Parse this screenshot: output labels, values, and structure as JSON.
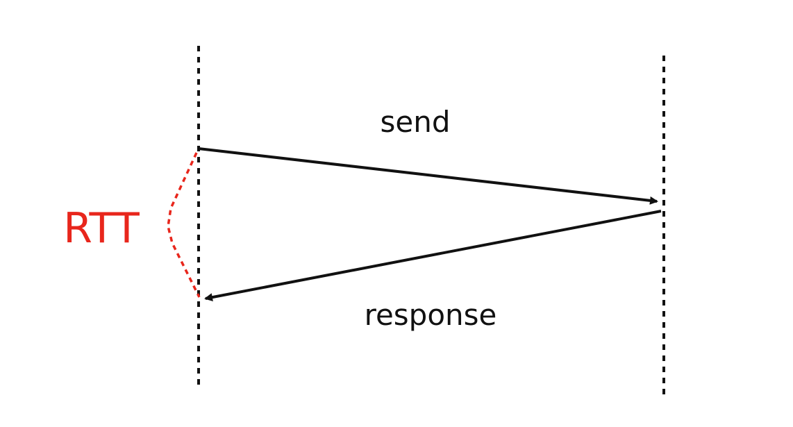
{
  "labels": {
    "send": "send",
    "response": "response",
    "rtt": "RTT"
  },
  "colors": {
    "line": "#111111",
    "rtt": "#e8261c",
    "background": "#ffffff"
  }
}
